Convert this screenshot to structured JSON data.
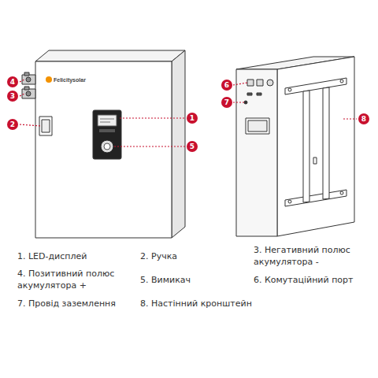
{
  "diagram": {
    "labels": [
      "4",
      "3",
      "2",
      "1",
      "5",
      "Felicitysolar",
      "6",
      "7",
      "8",
      "1. LED-дисплей",
      "2. Ручка",
      "3. Негативний полюс акумулятора -",
      "4. Позитивний полюс акумулятора +",
      "5. Вимикач",
      "6. Комутаційний порт",
      "7. Провід заземлення",
      "8. Настінний кронштейн"
    ]
  }
}
